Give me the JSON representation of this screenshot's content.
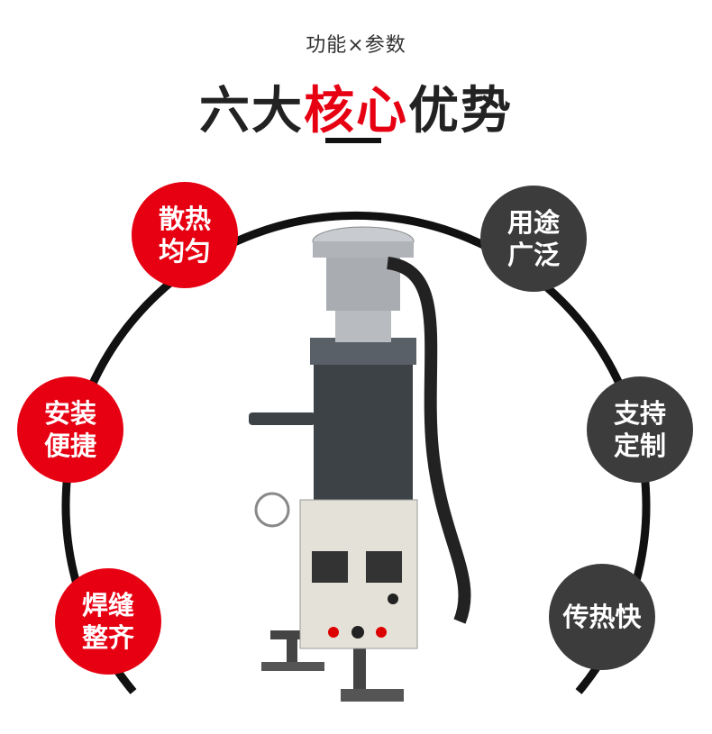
{
  "header": {
    "subtitle": "功能×参数",
    "title_prefix": "六大",
    "title_highlight": "核心",
    "title_suffix": "优势"
  },
  "colors": {
    "accent": "#e60012",
    "dark": "#3c3c3c"
  },
  "features": [
    {
      "label": "散热均匀",
      "style": "red"
    },
    {
      "label": "安装便捷",
      "style": "red"
    },
    {
      "label": "焊缝整齐",
      "style": "red"
    },
    {
      "label": "用途广泛",
      "style": "dark"
    },
    {
      "label": "支持定制",
      "style": "dark"
    },
    {
      "label": "传热快",
      "style": "dark"
    }
  ]
}
